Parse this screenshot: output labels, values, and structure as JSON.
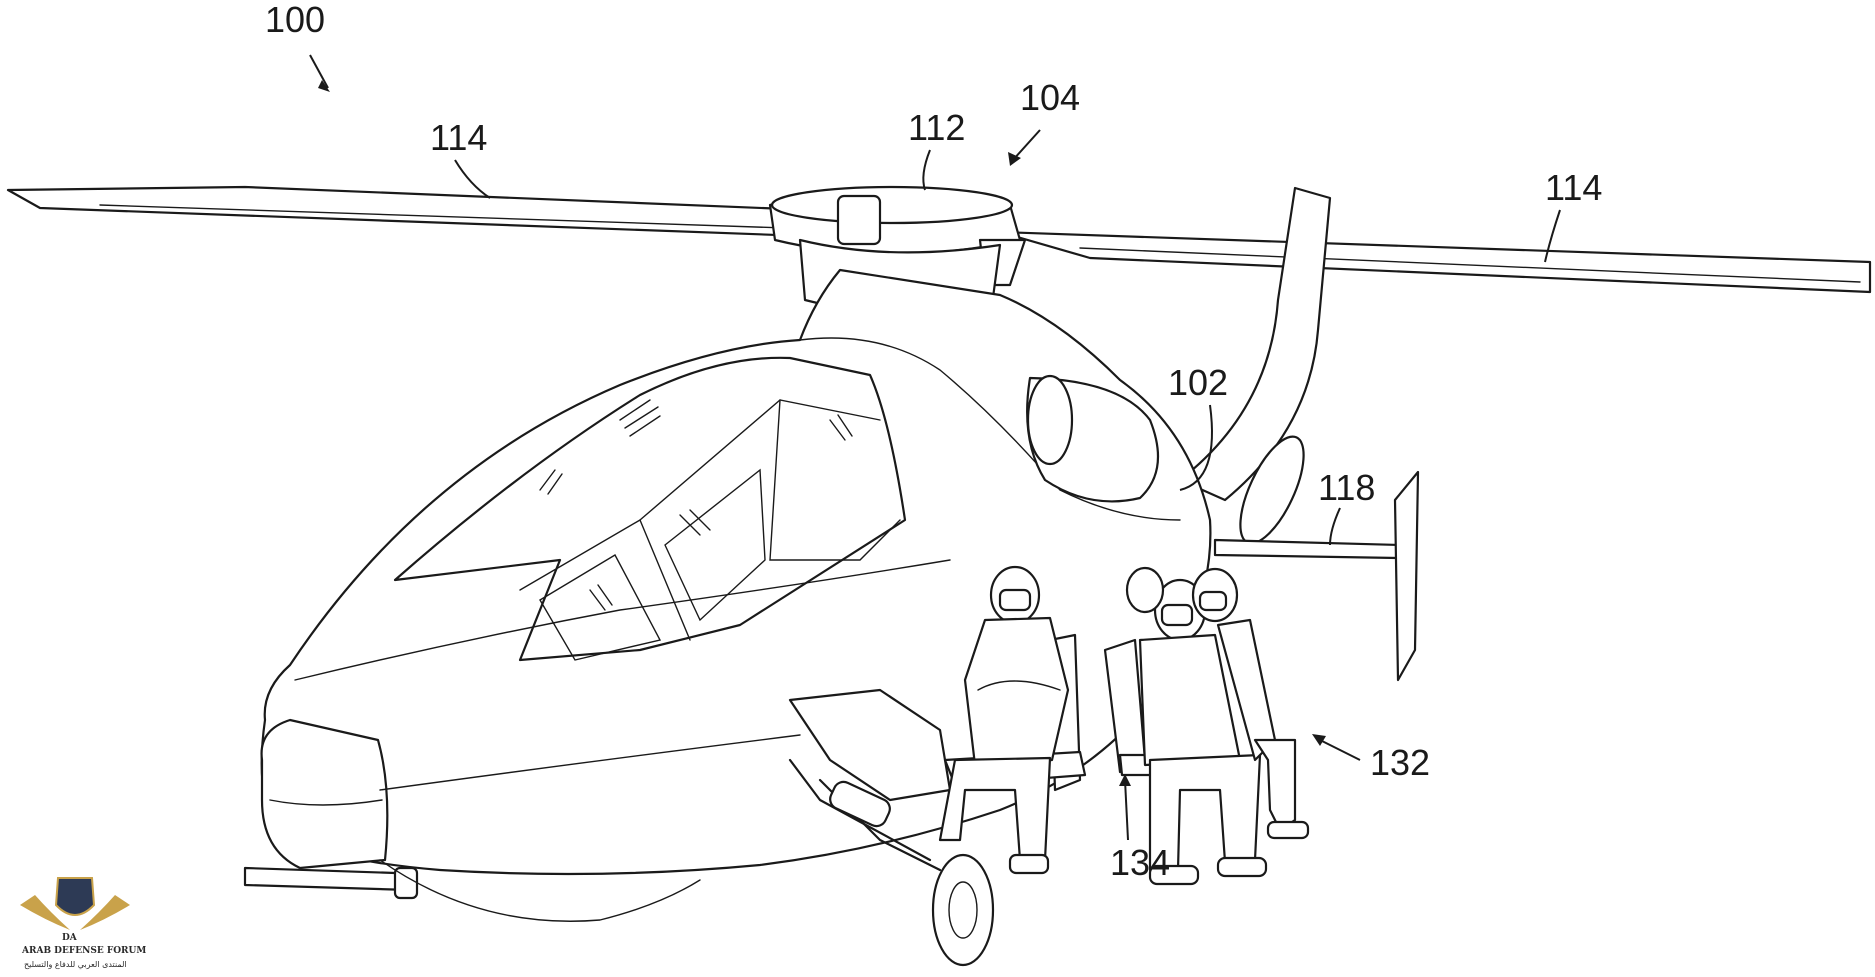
{
  "reference_numerals": {
    "aircraft": "100",
    "main_rotor": "104",
    "rotor_hub": "112",
    "blade_left": "114",
    "blade_right": "114",
    "fuselage": "102",
    "tail_wing": "118",
    "seating_system": "132",
    "seat": "134"
  },
  "watermark": {
    "logo_mark": "DA",
    "title": "ARAB DEFENSE FORUM",
    "subtitle": "المنتدى العربي للدفاع والتسليح"
  }
}
